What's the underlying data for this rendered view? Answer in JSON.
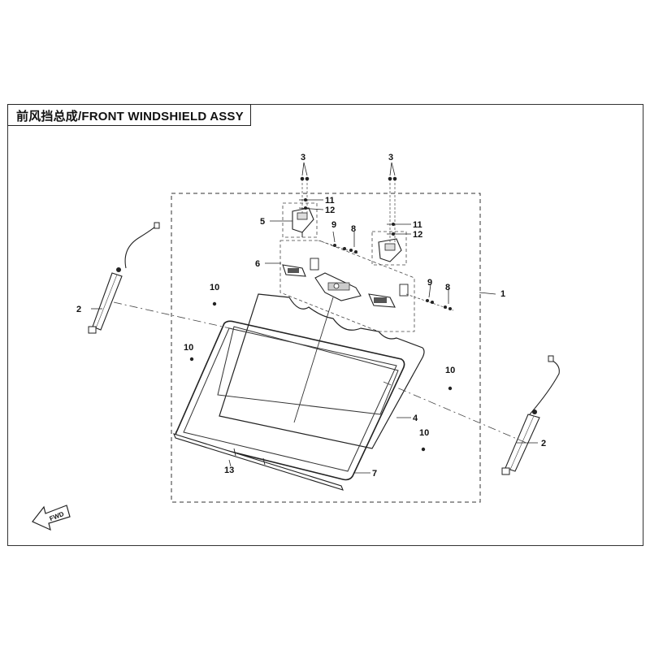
{
  "title": "前风挡总成/FRONT WINDSHIELD ASSY",
  "direction_marker": "FWD",
  "callouts": [
    {
      "id": "c1",
      "label": "1"
    },
    {
      "id": "c2a",
      "label": "2"
    },
    {
      "id": "c2b",
      "label": "2"
    },
    {
      "id": "c3a",
      "label": "3"
    },
    {
      "id": "c3b",
      "label": "3"
    },
    {
      "id": "c4",
      "label": "4"
    },
    {
      "id": "c5",
      "label": "5"
    },
    {
      "id": "c6",
      "label": "6"
    },
    {
      "id": "c7",
      "label": "7"
    },
    {
      "id": "c8a",
      "label": "8"
    },
    {
      "id": "c8b",
      "label": "8"
    },
    {
      "id": "c9a",
      "label": "9"
    },
    {
      "id": "c9b",
      "label": "9"
    },
    {
      "id": "c10a",
      "label": "10"
    },
    {
      "id": "c10b",
      "label": "10"
    },
    {
      "id": "c10c",
      "label": "10"
    },
    {
      "id": "c10d",
      "label": "10"
    },
    {
      "id": "c11a",
      "label": "11"
    },
    {
      "id": "c11b",
      "label": "11"
    },
    {
      "id": "c12a",
      "label": "12"
    },
    {
      "id": "c12b",
      "label": "12"
    },
    {
      "id": "c13",
      "label": "13"
    }
  ],
  "colors": {
    "line": "#222222",
    "panel_fill": "#ffffff",
    "background": "#ffffff"
  }
}
